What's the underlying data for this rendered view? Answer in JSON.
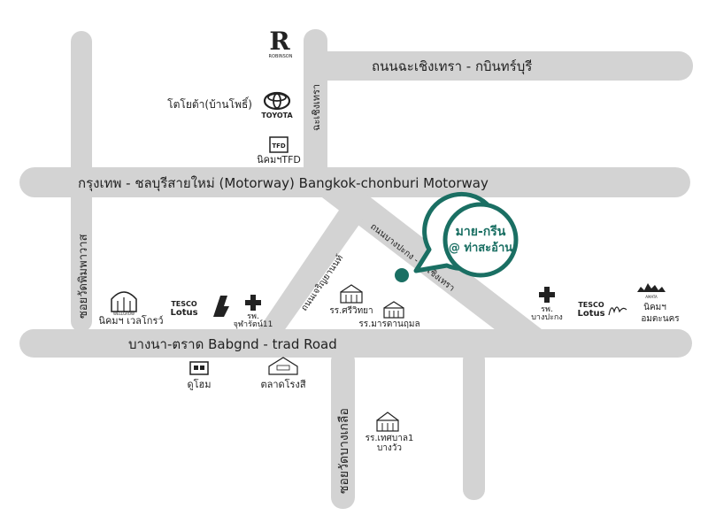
{
  "roads": {
    "north_road": "ถนนฉะเชิงเทรา - กบินทร์บุรี",
    "motorway": "กรุงเทพ - ชลบุรีสายใหม่ (Motorway)  Bangkok-chonburi Motorway",
    "chachoengsao_vertical": "ฉะเชิงเทรา",
    "soi_left": "ซอยวัดพิมพาวาส",
    "bangpakong_diag": "ถนนบางปะกง - ฉะเชิงเทรา",
    "charoen_diag": "ถนนเจริญยานนท์",
    "bangna_road": "บางนา-ตราด Babgnd - trad Road",
    "soi_bottom": "ซอยวัดบางเกลือ"
  },
  "destination": {
    "line1": "มาย-กรีน",
    "line2": "@ ท่าสะอ้าน",
    "accent": "#1a6f63"
  },
  "landmarks": {
    "robinson": "ROBINSON",
    "toyota_logo": "TOYOTA",
    "toyota_dealer": "โตโยต้า(บ้านโพธิ์)",
    "tfd_badge": "TFD",
    "tfd_label": "นิคมฯTFD",
    "wellgrow_badge": "WELLGROW",
    "wellgrow_label": "นิคมฯ เวลโกรว์",
    "tesco_left_1": "TESCO",
    "tesco_left_2": "Lotus",
    "hospital_left_1": "รพ.",
    "hospital_left_2": "จุฬารัตน์11",
    "school_sri": "รร.ศรีวิทยา",
    "school_manit": "รร.มารดานฤมล",
    "hospital_right_1": "รพ.",
    "hospital_right_2": "บางปะกง",
    "tesco_right_1": "TESCO",
    "tesco_right_2": "Lotus",
    "amata_badge": "AMATA",
    "amata_label": "นิคมฯ",
    "amata_label2": "อมตะนคร",
    "duhome": "ดูโฮม",
    "rongsi": "ตลาดโรงสี",
    "school_bottom_1": "รร.เทศบาล1",
    "school_bottom_2": "บางวัว"
  },
  "icons": {
    "robinson": "robinson-logo-icon",
    "toyota": "toyota-logo-icon",
    "tfd": "tfd-logo-icon",
    "factory": "factory-icon",
    "hospital": "hospital-cross-icon",
    "school": "school-building-icon",
    "store": "store-icon",
    "pin": "location-pin-icon"
  }
}
